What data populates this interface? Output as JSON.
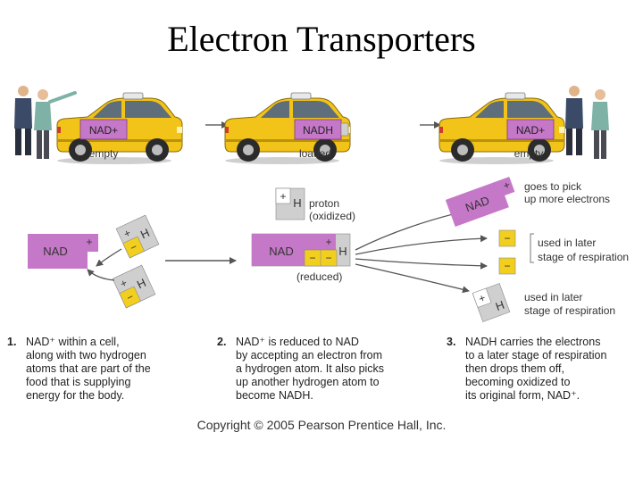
{
  "title": "Electron Transporters",
  "taxis": [
    {
      "sign": "NAD+",
      "status": "empty"
    },
    {
      "sign": "NADH",
      "status": "loaded"
    },
    {
      "sign": "NAD+",
      "status": "empty"
    }
  ],
  "tokens": {
    "nad": "NAD",
    "plus": "+",
    "minus": "−",
    "hydrogen": "H"
  },
  "annotations": {
    "proton": [
      "proton",
      "(oxidized)"
    ],
    "reduced": "(reduced)",
    "pick_up": [
      "goes to pick",
      "up more electrons"
    ],
    "later_electrons": [
      "used in later",
      "stage of respiration"
    ],
    "later_proton": [
      "used in later",
      "stage of respiration"
    ]
  },
  "steps": [
    {
      "number": "1.",
      "lines": [
        "NAD⁺ within a cell,",
        "along with two hydrogen",
        "atoms that are part of the",
        "food that is supplying",
        "energy for the body."
      ]
    },
    {
      "number": "2.",
      "lines": [
        "NAD⁺ is reduced to NAD",
        "by accepting an electron from",
        "a hydrogen atom. It also picks",
        "up another hydrogen atom to",
        "become NADH."
      ]
    },
    {
      "number": "3.",
      "lines": [
        "NADH carries the electrons",
        "to a later stage of respiration",
        "then drops them off,",
        "becoming oxidized to",
        "its original form, NAD⁺."
      ]
    }
  ],
  "copyright": "Copyright © 2005 Pearson Prentice Hall, Inc.",
  "colors": {
    "taxi_yellow": "#f2c318",
    "nad_purple": "#c678c8",
    "electron_yellow": "#f2cf1f",
    "hydrogen_gray": "#cfcfcf",
    "arrow": "#555555"
  }
}
